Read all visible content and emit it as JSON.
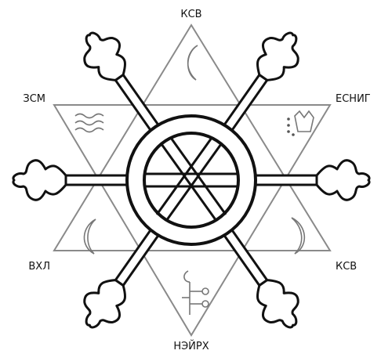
{
  "labels": {
    "top": "КСВ",
    "upper_left": "ЗСМ",
    "upper_right": "ЕСНИГ",
    "lower_left": "ВХЛ",
    "lower_right": "КСВ",
    "bottom": "НЭЙРХ"
  },
  "colors": {
    "ink": "#111111",
    "triangle_stroke": "#8a8a8a",
    "symbol_stroke": "#777777",
    "background": "#ffffff"
  },
  "icons": {
    "top_point": "crescent-icon",
    "upper_left_point": "water-waves-icon",
    "upper_right_point": "crown-dots-icon",
    "lower_left_point": "crescent-icon",
    "lower_right_point": "crescent-icon",
    "bottom_point": "branching-glyph-icon"
  }
}
